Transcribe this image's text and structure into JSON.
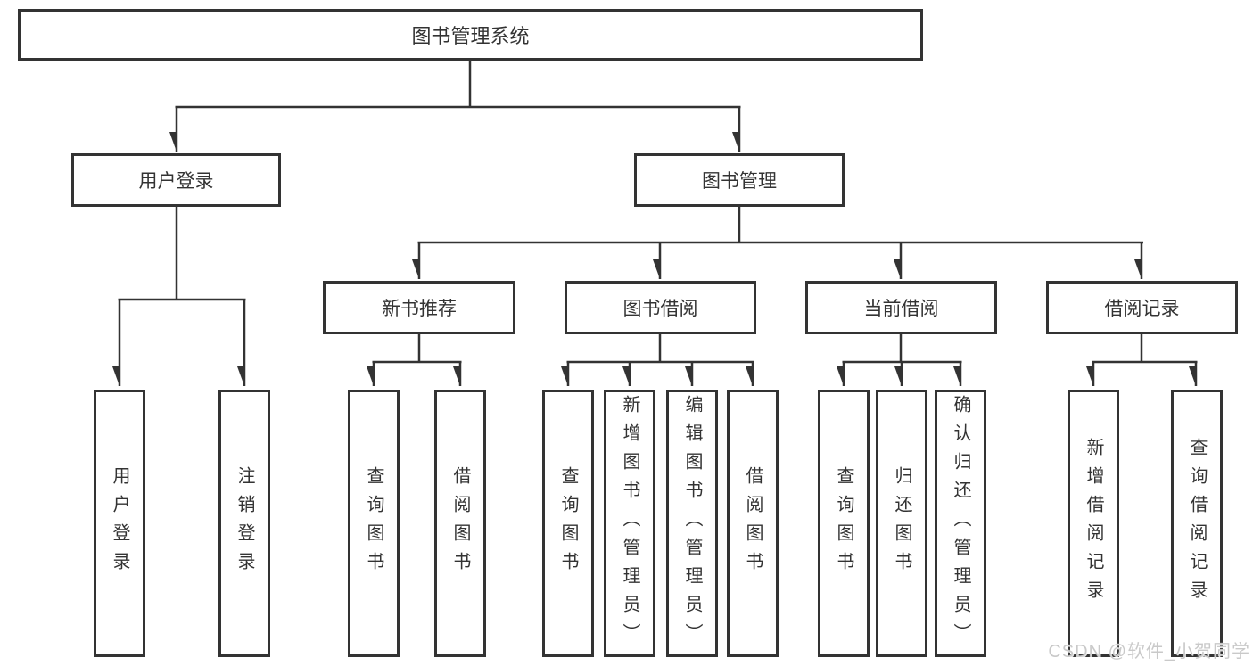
{
  "tree": {
    "root": {
      "label": "图书管理系统",
      "children": [
        {
          "label": "用户登录",
          "children": [
            {
              "label": "用户登录"
            },
            {
              "label": "注销登录"
            }
          ]
        },
        {
          "label": "图书管理",
          "children": [
            {
              "label": "新书推荐",
              "children": [
                {
                  "label": "查询图书"
                },
                {
                  "label": "借阅图书"
                }
              ]
            },
            {
              "label": "图书借阅",
              "children": [
                {
                  "label": "查询图书"
                },
                {
                  "label": "新增图书（管理员）"
                },
                {
                  "label": "编辑图书（管理员）"
                },
                {
                  "label": "借阅图书"
                }
              ]
            },
            {
              "label": "当前借阅",
              "children": [
                {
                  "label": "查询图书"
                },
                {
                  "label": "归还图书"
                },
                {
                  "label": "确认归还（管理员）"
                }
              ]
            },
            {
              "label": "借阅记录",
              "children": [
                {
                  "label": "新增借阅记录"
                },
                {
                  "label": "查询借阅记录"
                }
              ]
            }
          ]
        }
      ]
    }
  },
  "watermark": {
    "text": "CSDN @软件_小贺同学",
    "color": "#c9c9c9"
  },
  "colors": {
    "line": "#333333",
    "box_border": "#333333",
    "text": "#333333",
    "background": "#ffffff"
  }
}
